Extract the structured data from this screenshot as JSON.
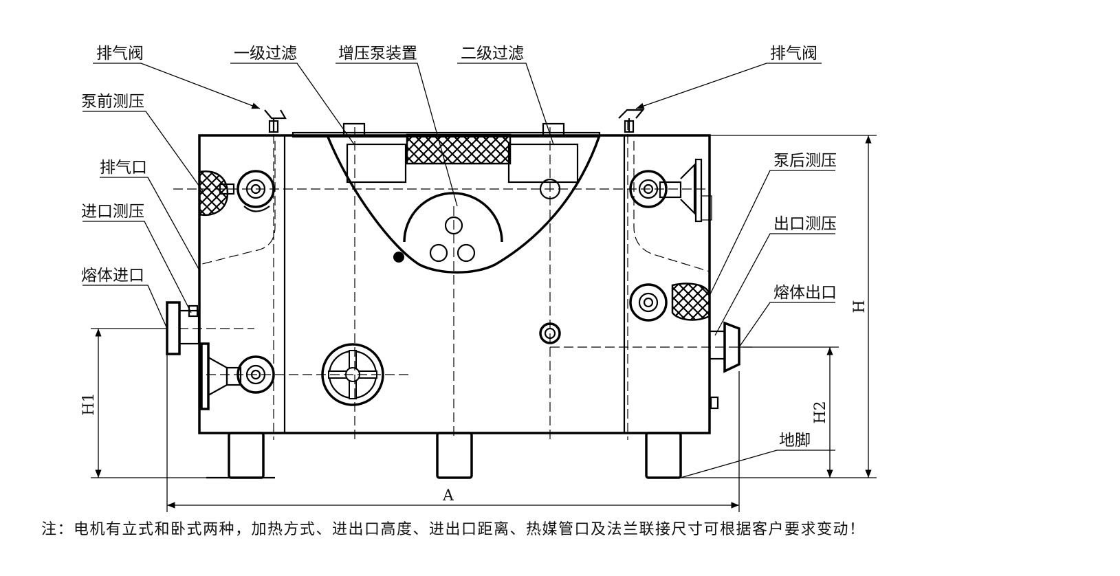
{
  "labels": {
    "vent_valve_left": "排气阀",
    "primary_filter": "一级过滤",
    "booster_pump": "增压泵装置",
    "secondary_filter": "二级过滤",
    "vent_valve_right": "排气阀",
    "pre_pump_pressure": "泵前测压",
    "vent_port": "排气口",
    "inlet_pressure": "进口测压",
    "melt_inlet": "熔体进口",
    "post_pump_pressure": "泵后测压",
    "outlet_pressure": "出口测压",
    "melt_outlet": "熔体出口",
    "foot": "地脚"
  },
  "dimensions": {
    "width": "A",
    "height": "H",
    "inlet_height": "H1",
    "outlet_height": "H2"
  },
  "note": "注：电机有立式和卧式两种，加热方式、进出口高度、进出口距离、热媒管口及法兰联接尺寸可根据客户要求变动！"
}
